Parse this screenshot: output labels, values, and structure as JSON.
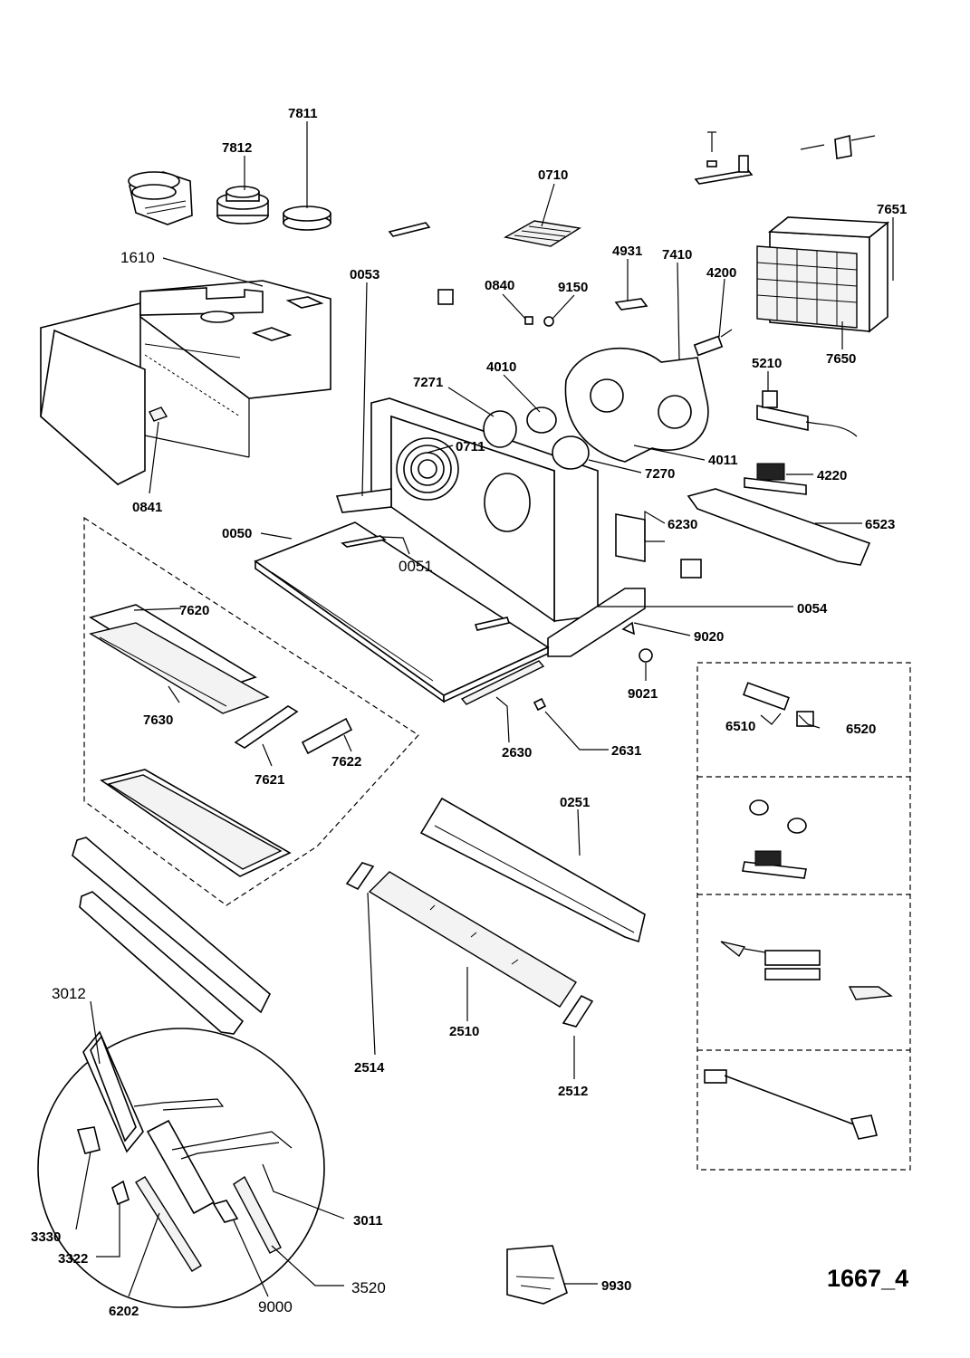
{
  "drawing_number": "1667_4",
  "callouts": {
    "c7811": "7811",
    "c7812": "7812",
    "c0710": "0710",
    "c7651": "7651",
    "c1610": "1610",
    "c0053": "0053",
    "c4931": "4931",
    "c7410": "7410",
    "c4200": "4200",
    "c0840": "0840",
    "c9150": "9150",
    "c7650": "7650",
    "c5210": "5210",
    "c4010": "4010",
    "c7271": "7271",
    "c0711": "0711",
    "c7270": "7270",
    "c4011": "4011",
    "c4220": "4220",
    "c0841": "0841",
    "c6230": "6230",
    "c6523": "6523",
    "c0050": "0050",
    "c0051": "0051",
    "c7620": "7620",
    "c0054": "0054",
    "c9020": "9020",
    "c9021": "9021",
    "c7630": "7630",
    "c6510": "6510",
    "c6520": "6520",
    "c2630": "2630",
    "c2631": "2631",
    "c7621": "7621",
    "c7622": "7622",
    "c0251": "0251",
    "c3012": "3012",
    "c2510": "2510",
    "c2514": "2514",
    "c2512": "2512",
    "c3330": "3330",
    "c3011": "3011",
    "c3322": "3322",
    "c6202": "6202",
    "c9000": "9000",
    "c3520": "3520",
    "c9930": "9930"
  }
}
